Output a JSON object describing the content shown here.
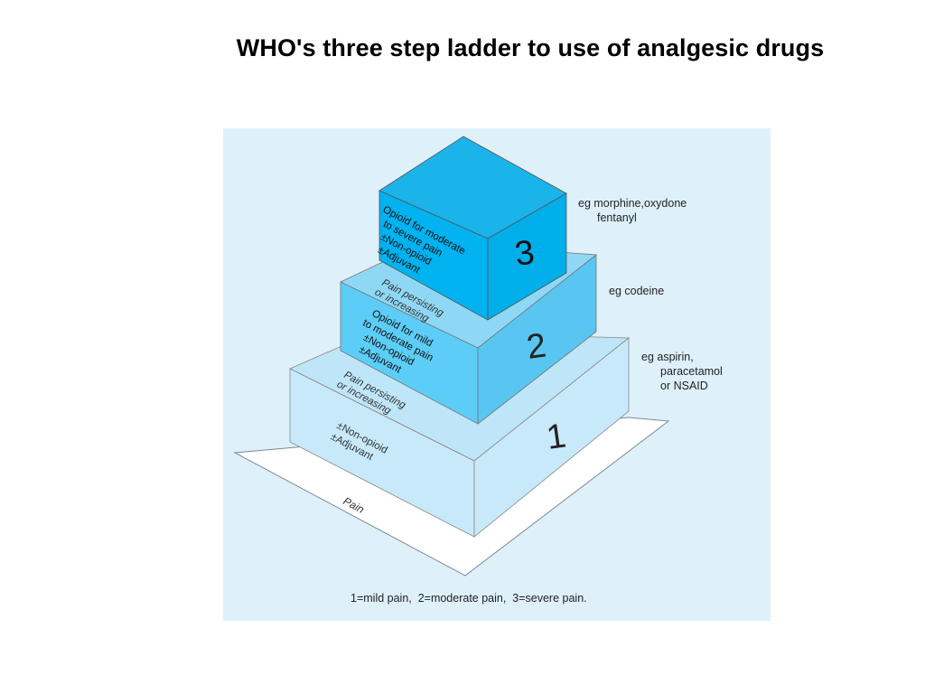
{
  "title": "WHO's three step ladder to use of analgesic drugs",
  "colors": {
    "panel": "#def1fb",
    "base": "#ffffff",
    "step1_front": "#c8e9fa",
    "step1_right": "#c8e9fa",
    "step1_top": "#bfe5f8",
    "step2_front": "#5ccdf6",
    "step2_right": "#58c6f1",
    "step2_top": "#8fd8f5",
    "step3_front": "#00b2ef",
    "step3_right": "#00aeea",
    "step3_top": "#1ab4ea"
  },
  "base_label": "Pain",
  "steps": [
    {
      "number": "1",
      "front_lines": [
        "±Non-opioid",
        "±Adjuvant"
      ],
      "top_lines": [
        "Pain persisting",
        "or increasing"
      ],
      "examples": [
        "eg aspirin,",
        "paracetamol",
        "or NSAID"
      ]
    },
    {
      "number": "2",
      "front_lines": [
        "Opioid for mild",
        "to moderate pain",
        "±Non-opioid",
        "±Adjuvant"
      ],
      "top_lines": [
        "Pain persisting",
        "or increasing"
      ],
      "examples": [
        "eg codeine"
      ]
    },
    {
      "number": "3",
      "front_lines": [
        "Opioid for moderate",
        "to severe pain",
        "±Non-opioid",
        "±Adjuvant"
      ],
      "top_lines": [],
      "examples": [
        "eg morphine,oxydone",
        "fentanyl"
      ]
    }
  ],
  "legend": "1=mild pain,  2=moderate pain,  3=severe pain."
}
